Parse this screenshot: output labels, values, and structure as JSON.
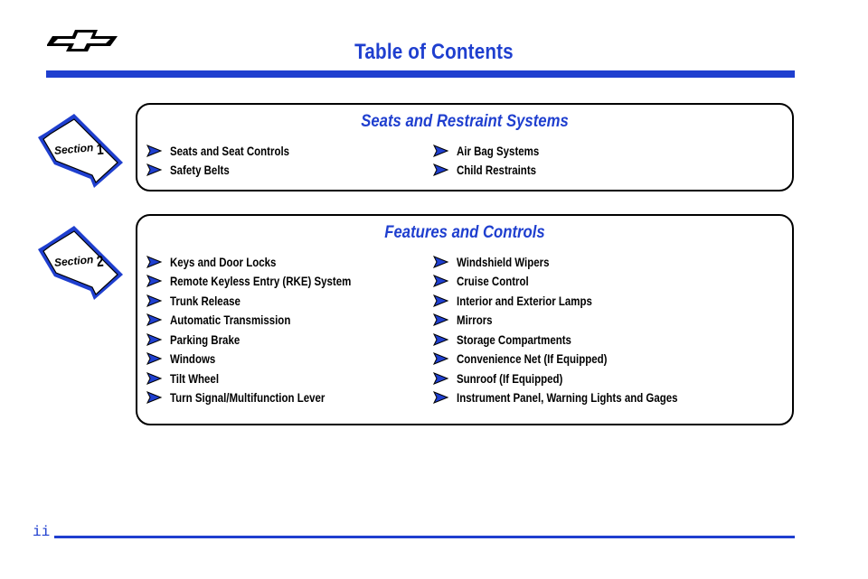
{
  "header": {
    "logo": "chevrolet-bowtie-icon",
    "title": "Table of Contents"
  },
  "accent_color": "#1f3fcf",
  "sections": [
    {
      "badge_word": "Section",
      "badge_number": "1",
      "title": "Seats and Restraint Systems",
      "left_items": [
        "Seats and Seat Controls",
        "Safety Belts"
      ],
      "right_items": [
        "Air Bag Systems",
        "Child Restraints"
      ]
    },
    {
      "badge_word": "Section",
      "badge_number": "2",
      "title": "Features and Controls",
      "left_items": [
        "Keys and Door Locks",
        "Remote Keyless Entry (RKE) System",
        "Trunk Release",
        "Automatic Transmission",
        "Parking Brake",
        "Windows",
        "Tilt Wheel",
        "Turn Signal/Multifunction Lever"
      ],
      "right_items": [
        "Windshield Wipers",
        "Cruise Control",
        "Interior and Exterior Lamps",
        "Mirrors",
        "Storage Compartments",
        "Convenience Net (If Equipped)",
        "Sunroof (If Equipped)",
        "Instrument Panel, Warning Lights and Gages"
      ]
    }
  ],
  "footer": {
    "page_number": "ii"
  }
}
